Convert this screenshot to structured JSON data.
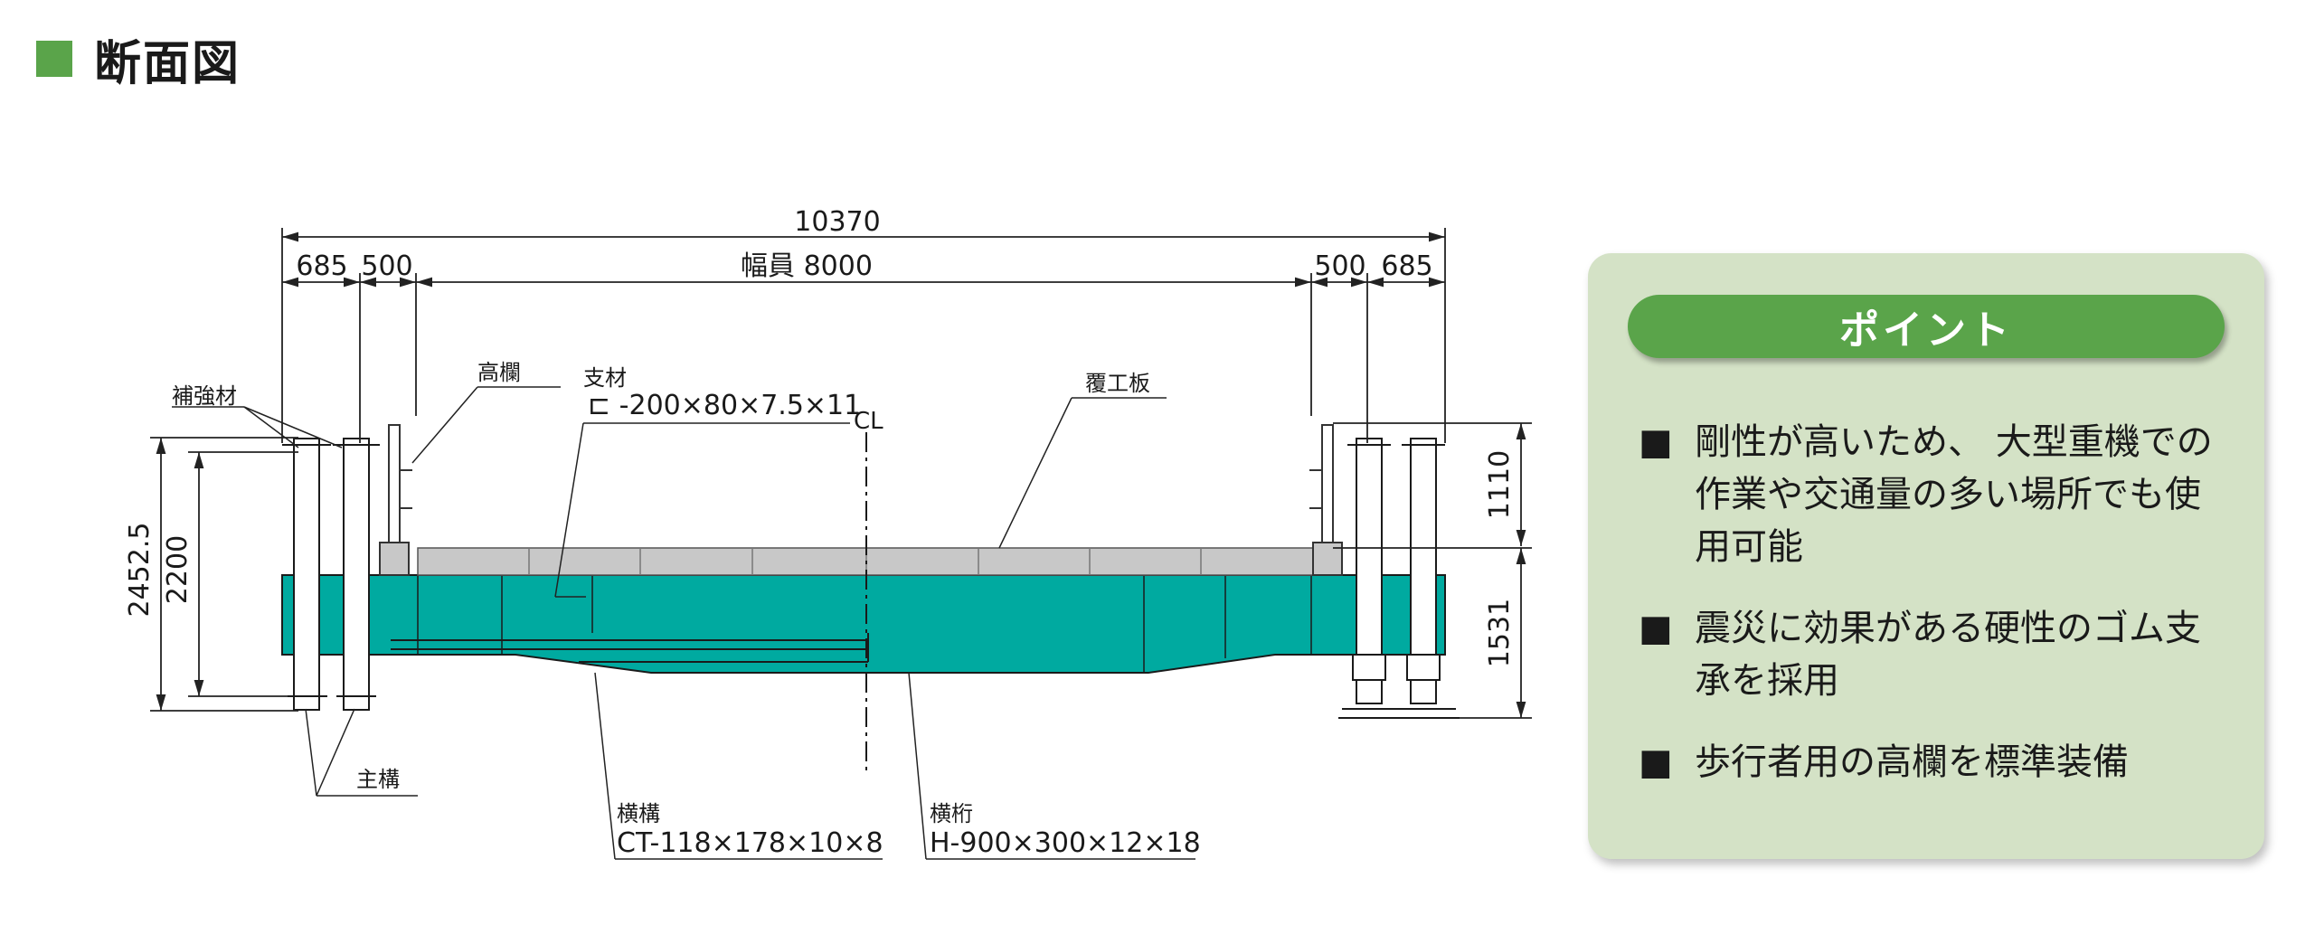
{
  "title": "断面図",
  "colors": {
    "accent": "#5aa44a",
    "girder": "#00aaa0",
    "deck": "#c8c8c8",
    "panel": "#d4e2c6"
  },
  "diagram": {
    "dimensions": {
      "total": "10370",
      "left_outer": "685",
      "left_inner": "500",
      "width_label": "幅員 8000",
      "right_inner": "500",
      "right_outer": "685",
      "height_total": "2452.5",
      "height_main": "2200",
      "right_upper": "1110",
      "right_lower": "1531"
    },
    "labels": {
      "reinforcement": "補強材",
      "railing": "高欄",
      "brace_name": "支材",
      "brace_spec": "⊏ -200×80×7.5×11",
      "centerline": "CL",
      "cover_plate": "覆工板",
      "main_girder": "主構",
      "lateral_name": "横構",
      "lateral_spec": "CT-118×178×10×8",
      "crossbeam_name": "横桁",
      "crossbeam_spec": "H-900×300×12×18"
    }
  },
  "points": {
    "header": "ポイント",
    "bullet": "■",
    "items": [
      "剛性が高いため、 大型重機での作業や交通量の多い場所でも使用可能",
      "震災に効果がある硬性のゴム支承を採用",
      "歩行者用の高欄を標準装備"
    ]
  }
}
